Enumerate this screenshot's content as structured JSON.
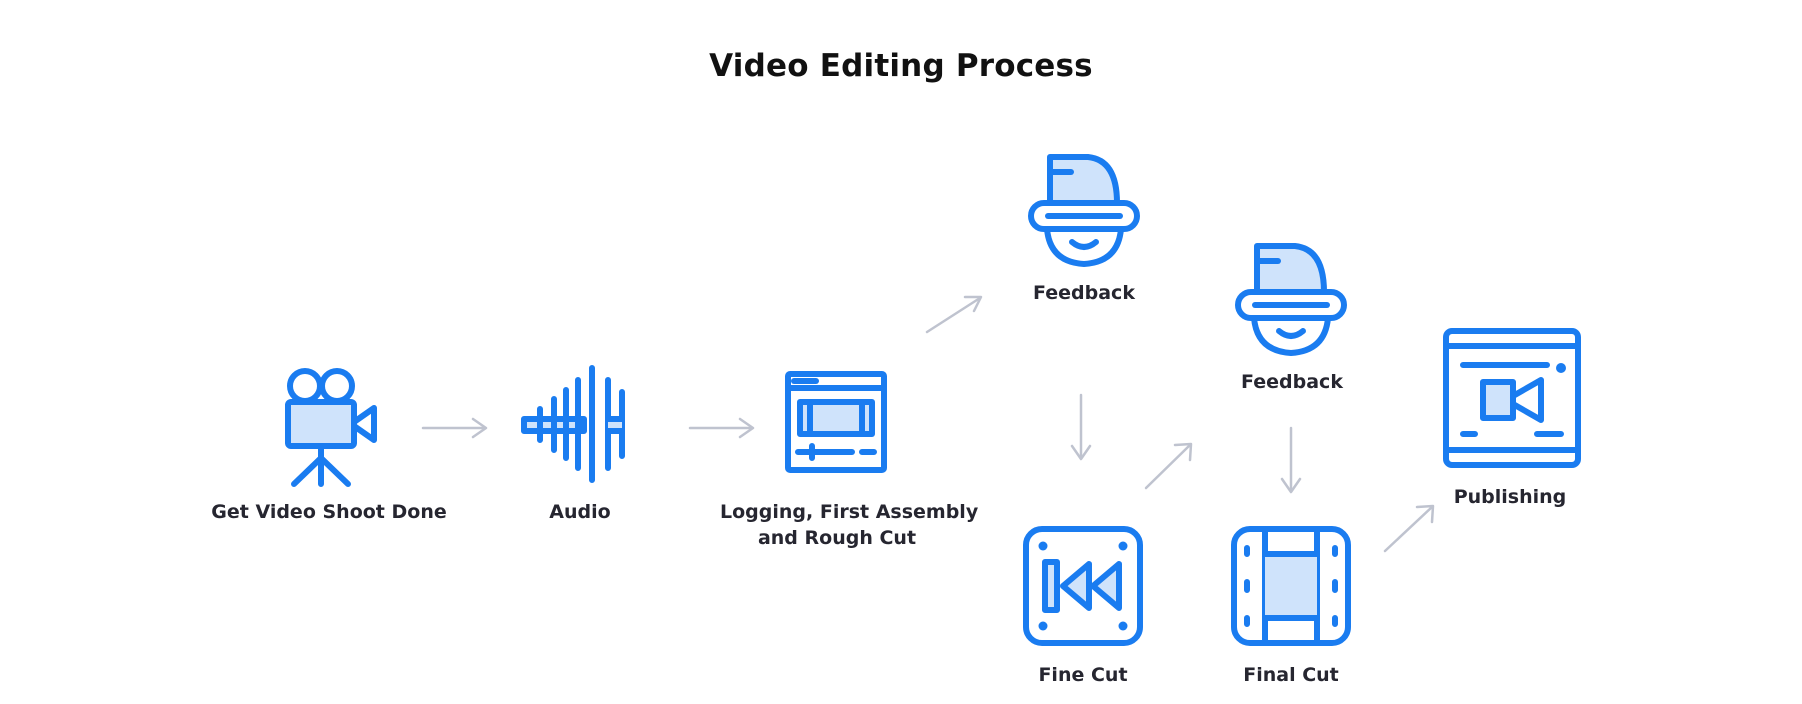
{
  "title": "Video Editing Process",
  "steps": [
    {
      "label": "Get Video Shoot Done",
      "icon": "movie-camera-icon"
    },
    {
      "label": "Audio",
      "icon": "audio-waveform-icon"
    },
    {
      "label_line1": "Logging, First Assembly",
      "label_line2": "and Rough Cut",
      "icon": "editing-timeline-icon"
    },
    {
      "label": "Feedback",
      "icon": "person-feedback-icon"
    },
    {
      "label": "Fine Cut",
      "icon": "rewind-icon"
    },
    {
      "label": "Feedback",
      "icon": "person-feedback-icon"
    },
    {
      "label": "Final Cut",
      "icon": "film-strip-icon"
    },
    {
      "label": "Publishing",
      "icon": "video-player-icon"
    }
  ],
  "colors": {
    "accent": "#1a7cf0",
    "accent_fill": "#cfe3fb",
    "arrow": "#bfc3cf"
  }
}
